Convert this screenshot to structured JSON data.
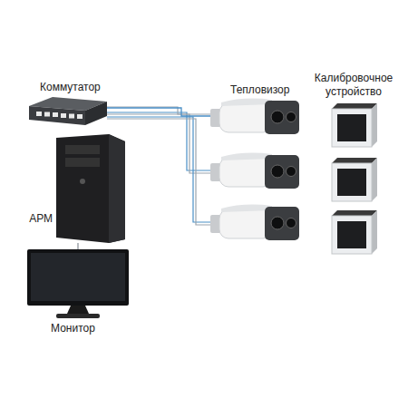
{
  "diagram": {
    "nodes": [
      {
        "text": [
          "Коммутатор"
        ]
      },
      {
        "text": [
          "АРМ"
        ]
      },
      {
        "text": [
          "Монитор"
        ]
      },
      {
        "text": [
          "Тепловизор"
        ]
      },
      {
        "text": [
          "Калибровочное устройство"
        ]
      }
    ],
    "edges": [
      {
        "from": 0,
        "to": 3,
        "arrow": "none"
      },
      {
        "from": 1,
        "to": 2,
        "arrow": "none"
      }
    ]
  }
}
